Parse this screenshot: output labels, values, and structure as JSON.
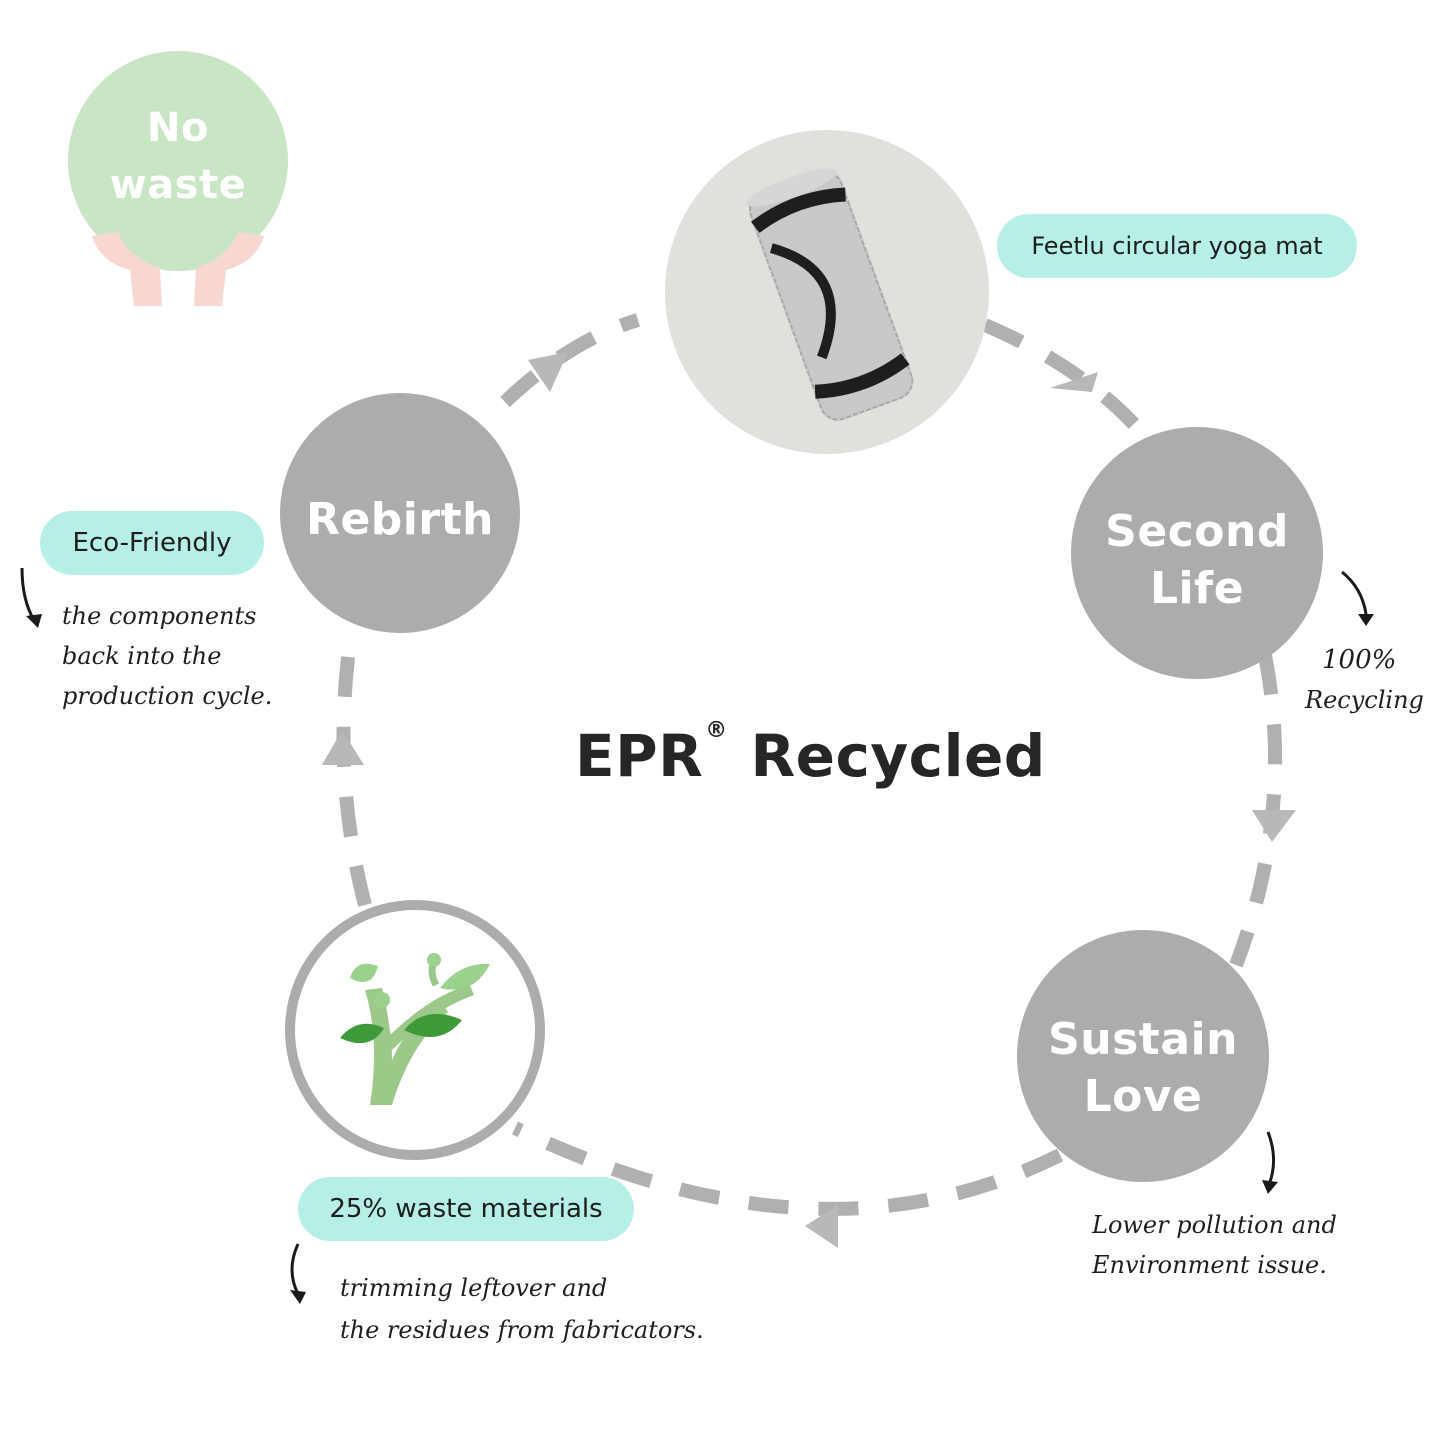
{
  "badge": {
    "line1": "No",
    "line2": "waste",
    "color": "#c8e6c4",
    "hands_color": "#f8d7d0"
  },
  "title": {
    "prefix": "EPR",
    "registered_mark": "®",
    "suffix": "Recycled"
  },
  "stages": {
    "product": {
      "label": "Feetlu circular yoga mat",
      "image": "rolled-yoga-mat"
    },
    "second_life": {
      "line1": "Second",
      "line2": "Life",
      "note_line1": "100%",
      "note_line2": "Recycling"
    },
    "sustain_love": {
      "line1": "Sustain",
      "line2": "Love",
      "note_line1": "Lower pollution and",
      "note_line2": "Environment issue."
    },
    "waste": {
      "label": "25% waste materials",
      "image": "plant-sprout",
      "note_line1": "trimming leftover and",
      "note_line2": "the residues from fabricators."
    },
    "rebirth": {
      "line1": "Rebirth",
      "label": "Eco-Friendly",
      "note_line1": "the components",
      "note_line2": "back into the",
      "note_line3": "production cycle."
    }
  },
  "colors": {
    "node": "#acacac",
    "connector": "#b0b0b0",
    "pill": "#b5efe5",
    "product_bg": "#dfe1dc",
    "leaf": "#3f9a3a",
    "stem": "#9cc98a"
  }
}
